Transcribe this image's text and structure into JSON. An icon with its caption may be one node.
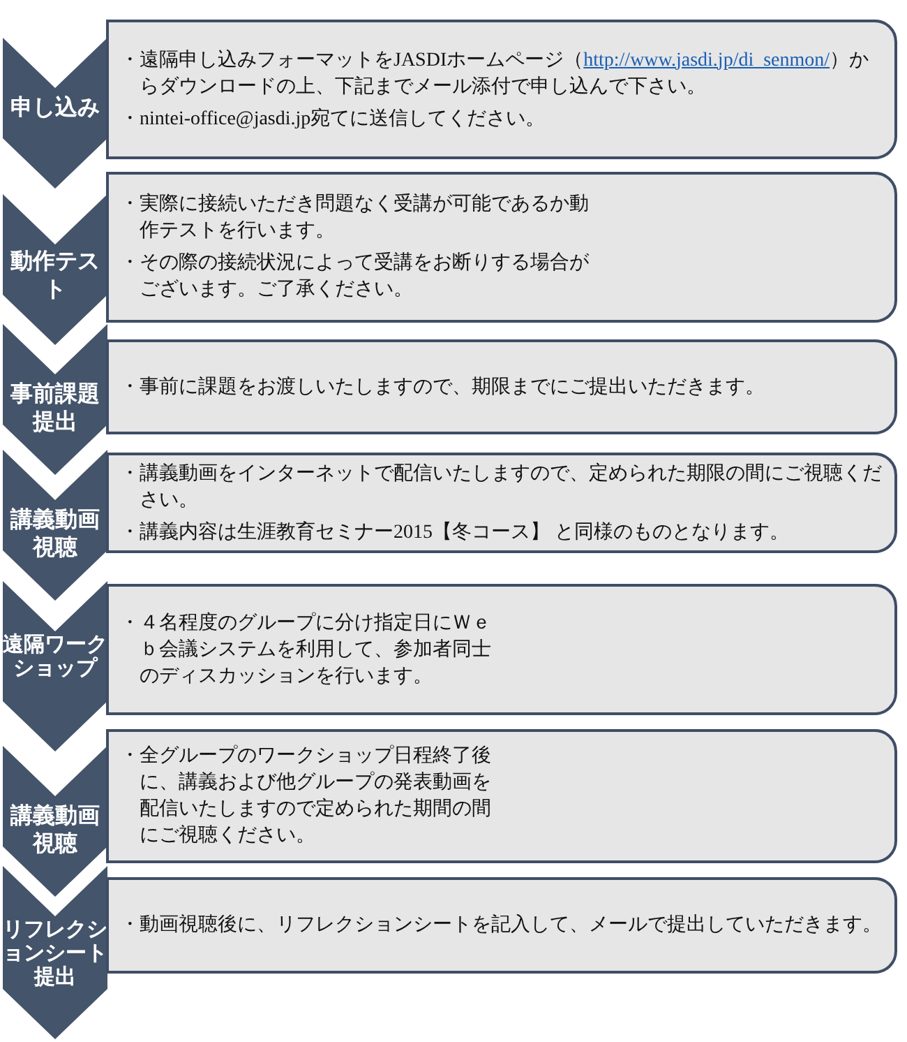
{
  "diagram": {
    "nodes": [
      {
        "text": [
          "申し込み"
        ]
      },
      {
        "text": [
          "・遠隔申し込みフォーマットをJASDIホームページ（http://www.jasdi.jp/di_senmon/）からダウンロードの上、下記までメール添付で申し込んで下さい。",
          "・nintei-office@jasdi.jp宛てに送信してください。"
        ]
      },
      {
        "text": [
          "動作テスト"
        ]
      },
      {
        "text": [
          "・実際に接続いただき問題なく受講が可能であるか動作テストを行います。",
          "・その際の接続状況によって受講をお断りする場合がございます。ご了承ください。"
        ]
      },
      {
        "text": [
          "事前課題提出"
        ]
      },
      {
        "text": [
          "・事前に課題をお渡しいたしますので、期限までにご提出いただきます。"
        ]
      },
      {
        "text": [
          "講義動画視聴"
        ]
      },
      {
        "text": [
          "・講義動画をインターネットで配信いたしますので、定められた期限の間にご視聴ください。",
          "・講義内容は生涯教育セミナー2015【冬コース】 と同様のものとなります。"
        ]
      },
      {
        "text": [
          "遠隔ワークショップ"
        ]
      },
      {
        "text": [
          "・４名程度のグループに分け指定日にＷｅｂ会議システムを利用して、参加者同士のディスカッションを行います。"
        ]
      },
      {
        "text": [
          "講義動画視聴"
        ]
      },
      {
        "text": [
          "・全グループのワークショップ日程終了後に、講義および他グループの発表動画を配信いたしますので定められた期間の間にご視聴ください。"
        ]
      },
      {
        "text": [
          "リフレクションシート提出"
        ]
      },
      {
        "text": [
          "・動画視聴後に、リフレクションシートを記入して、メールで提出していただきます。"
        ]
      }
    ],
    "edges": []
  }
}
